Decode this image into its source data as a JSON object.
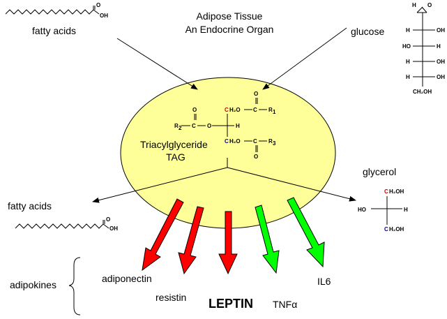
{
  "title": {
    "line1": "Adipose Tissue",
    "line2": "An Endocrine Organ"
  },
  "inputs": {
    "fatty_acids_label": "fatty acids",
    "fatty_acids_group": "OH",
    "fatty_acids_carbonyl": "O",
    "glucose_label": "glucose"
  },
  "glucose": {
    "top_h": "H",
    "top_o": "O",
    "rows": [
      {
        "left": "H",
        "right": "OH"
      },
      {
        "left": "HO",
        "right": "H"
      },
      {
        "left": "H",
        "right": "OH"
      },
      {
        "left": "H",
        "right": "OH"
      }
    ],
    "bottom": "CH₂OH"
  },
  "tag": {
    "name": "Triacylglyceride",
    "abbr": "TAG",
    "r1": "R",
    "r1_sub": "1",
    "r2": "R",
    "r2_sub": "2",
    "r3": "R",
    "r3_sub": "3",
    "top_ch2": "C",
    "top_ch2_rest": "H₂O",
    "bottom_ch2": "C",
    "bottom_ch2_rest": "H₂O",
    "h": "H",
    "o": "O",
    "c": "C",
    "oxygen_top": "O",
    "oxygen_left": "O",
    "oxygen_bottom": "O",
    "central_color": "#000000",
    "top_c_color": "#cc0000",
    "bottom_c_color": "#000099"
  },
  "outputs": {
    "fatty_acids_label": "fatty acids",
    "fatty_acids_group": "OH",
    "fatty_acids_carbonyl": "O",
    "glycerol_label": "glycerol",
    "glycerol": {
      "top_c": "C",
      "top_rest": "H₂OH",
      "mid_left": "HO",
      "mid_right": "H",
      "bottom_c": "C",
      "bottom_rest": "H₂OH"
    }
  },
  "adipokines": {
    "group_label": "adipokines",
    "items": [
      {
        "label": "adiponectin",
        "color": "#ff0000"
      },
      {
        "label": "resistin",
        "color": "#ff0000"
      },
      {
        "label": "LEPTIN",
        "color": "#ff0000"
      },
      {
        "label": "TNFα",
        "color": "#00ff00"
      },
      {
        "label": "IL6",
        "color": "#00ff00"
      }
    ]
  },
  "colors": {
    "ellipse_fill": "#ffff99",
    "ellipse_stroke": "#000000",
    "red_arrow": "#ff0000",
    "green_arrow": "#00ff00",
    "carbon_red": "#cc0000",
    "carbon_blue": "#000099"
  }
}
